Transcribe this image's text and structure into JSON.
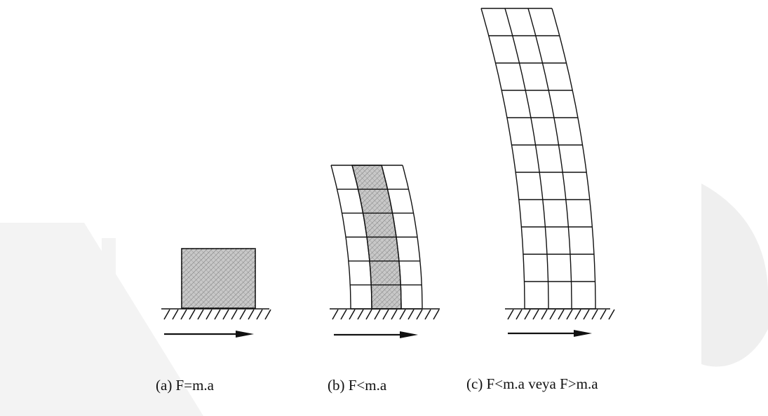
{
  "captions": {
    "a": "(a) F=m.a",
    "b": "(b) F<m.a",
    "c": "(c) F<m.a veya F>m.a"
  },
  "colors": {
    "line": "#111111",
    "hatch_fill": "#c8c8c8",
    "watermark": "#eeeeee"
  }
}
